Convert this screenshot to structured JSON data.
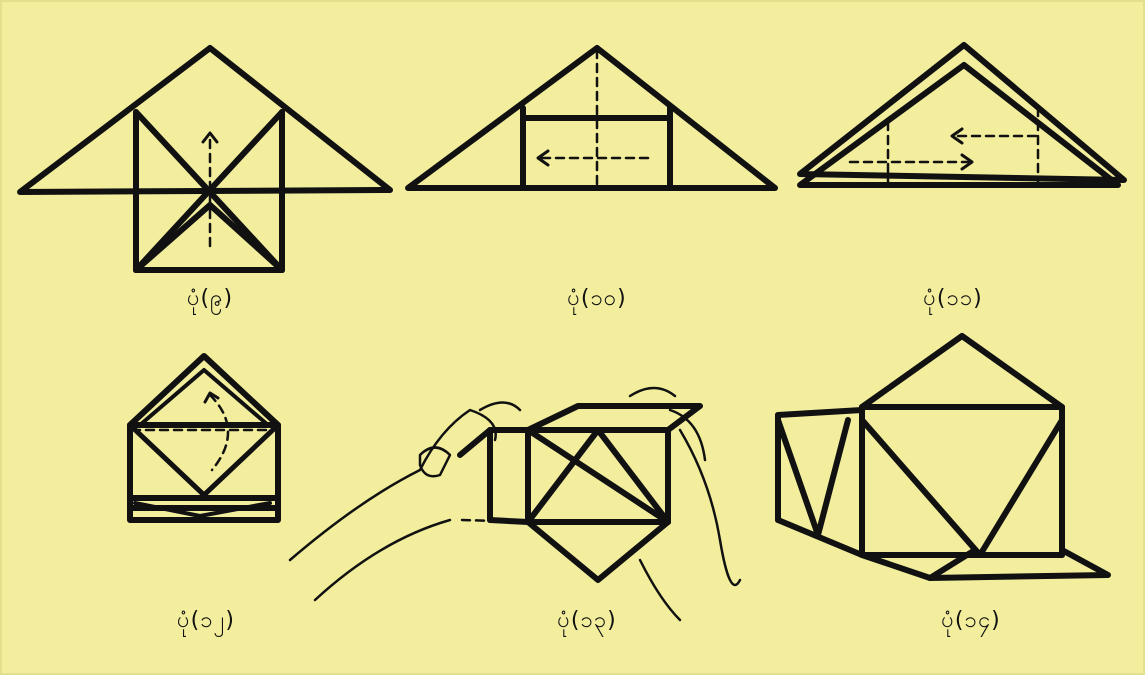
{
  "figures": [
    {
      "id": "fig-9",
      "label": "ပုံ(၉)"
    },
    {
      "id": "fig-10",
      "label": "ပုံ(၁၀)"
    },
    {
      "id": "fig-11",
      "label": "ပုံ(၁၁)"
    },
    {
      "id": "fig-12",
      "label": "ပုံ(၁၂)"
    },
    {
      "id": "fig-13",
      "label": "ပုံ(၁၃)"
    },
    {
      "id": "fig-14",
      "label": "ပုံ(၁၄)"
    }
  ],
  "colors": {
    "background": "#f2ee9d",
    "ink": "#111111"
  }
}
